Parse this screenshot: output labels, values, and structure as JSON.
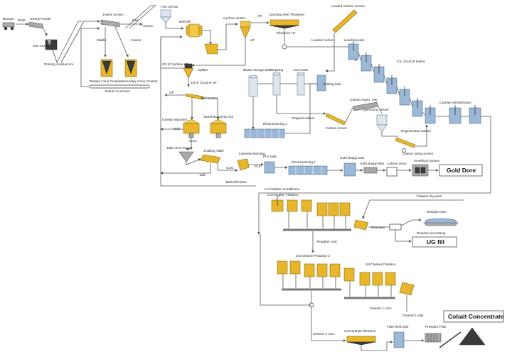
{
  "labels": {
    "bumper": "Bumper",
    "rom": "ROM",
    "grizzly": "Grizzly Feeder",
    "jaw": "Jaw Crusher",
    "primary_ore": "Primary crushed ore",
    "three_deck": "3-deck Screen",
    "fine": "Fine",
    "fine_ore_bin": "Fine ore bin",
    "middle": "Middle",
    "coarse": "Coarse",
    "tertiary": "Tertiary Cone Crusher",
    "secondary": "Secondary Cone Crusher",
    "return_screen": "Return to Screen",
    "size12": "<12mm",
    "ball_mill": "Ball Mill",
    "cyclone_cluster": "Cyclone cluster",
    "of1": "OF",
    "uf1": "UF",
    "leach_thickener": "Leaching feed Thickener",
    "thickener_uf": "Thickener UF",
    "loaded_carbon_screen": "Loaded Carbon screen",
    "loaded_carbon": "Loaded Carbon",
    "leaching_tank": "Leaching tank",
    "cil_circuit": "CIL circuit (8 tanks)",
    "two_third_uf": "2/3 of Cyclone UF",
    "splitter": "Splitter",
    "one_third_uf": "1/3 of Cyclone UF",
    "of2": "OF",
    "wet_screen": "Wet screen",
    "gravity_sep": "Gravity separator",
    "standby_gravity": "Stand-by gravity unit",
    "tails1": "Tails",
    "conc1": "Conc",
    "table_feed_hopper": "Table feed hopper",
    "shaking_table": "Shaking Table",
    "tails2": "Tails",
    "conc2": "Conc",
    "ball_mill_return": "Ball Mill return",
    "eluate": "Eluate storage tank",
    "stripping": "Stripping",
    "acid_wash": "Acid wash",
    "holding_tank": "Holding tank",
    "carbon_regen": "Carbon regen. Kiln",
    "quenching": "Quenching vessel",
    "stripped_carbon": "Stripped carbon",
    "carbon_screen": "Carbon screen",
    "regen_carbon": "Regenerated carbon",
    "carbon_sizing": "Carbon sizing screen",
    "cyanide_detox": "Cyanide detoxification",
    "electrowinning1": "Electrowinning 1",
    "intensive_leach": "Intensive leaching",
    "pls": "PLS",
    "pls_tank": "PLS tank",
    "electrowinning2": "Electrowinning 2",
    "gold_sludge_tank": "Gold sludge tank",
    "gold_sludge_filter": "Gold sludge filter",
    "calcine_oven": "Calcine Oven",
    "smelting": "Smelting Furnace",
    "gold_dore": "Gold Dore",
    "co_flot_cond": "Co Flotation Conditioner",
    "co_rougher": "Co Rougher Flotation",
    "flot_bypass": "Flotation by-pass",
    "residue_dam": "Residue Dam",
    "residues": "Residues",
    "residue_processing": "Residue processing",
    "ug_fill": "UG fill",
    "rougher_conc": "Rougher conc",
    "cleaner2": "2nd Cleaner Flotation 2",
    "cleaner1": "1st Cleaner Flotation",
    "cleaner1_conc": "Cleaner 1 conc",
    "cleaner1_tails": "Cleaner 1 tails",
    "cleaner2_conc": "Cleaner 2 conc",
    "conc_thickener": "Concentrate thickener",
    "filter_feed": "Filter feed tank",
    "pressure_filter": "Pressure Filter",
    "cobalt_conc": "Cobalt Concentrate"
  },
  "colors": {
    "equipment_yellow": "#e8b62a",
    "tank_blue": "#9bb8d6",
    "line": "#555555"
  }
}
